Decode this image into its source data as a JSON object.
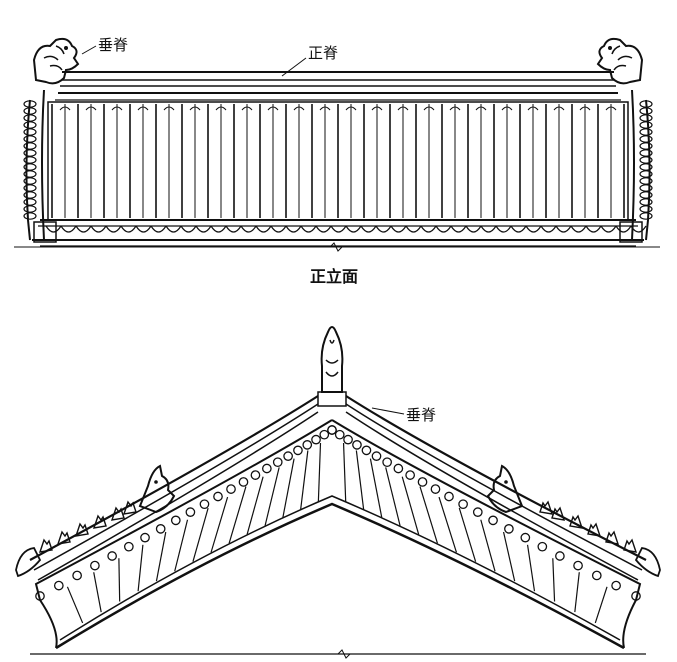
{
  "front_elevation": {
    "caption": "正立面",
    "label_main_ridge": "正脊",
    "label_hip_ridge": "垂脊"
  },
  "side_section": {
    "label_hip_ridge": "垂脊"
  },
  "colors": {
    "ink": "#111111",
    "paper": "#ffffff"
  }
}
